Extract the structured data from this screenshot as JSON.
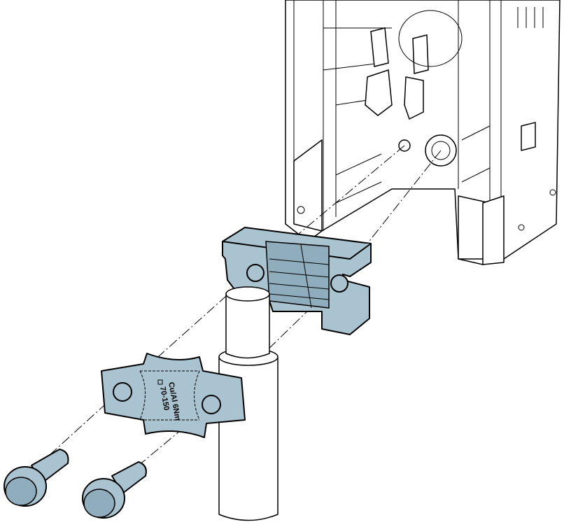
{
  "figure": {
    "type": "exploded-assembly-drawing",
    "clamp_plate_marking": {
      "line1": "70-150",
      "line2": "Cu/Al 6Nm"
    },
    "colors": {
      "part_fill": "#a9c3d0",
      "outline": "#000000",
      "background": "#ffffff"
    }
  }
}
